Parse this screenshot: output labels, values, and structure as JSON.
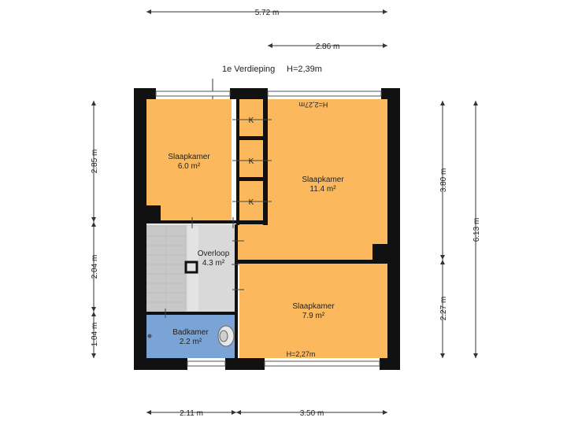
{
  "header": {
    "floor": "1e Verdieping",
    "height": "H=2,39m"
  },
  "dimensions": {
    "top_total": "5.72 m",
    "top_right": "2.86 m",
    "left_upper": "2.85 m",
    "left_middle": "2.04 m",
    "left_lower": "1.04 m",
    "right_inner_upper": "3.80 m",
    "right_inner_lower": "2.27 m",
    "right_total": "6.13 m",
    "bottom_left": "2.11 m",
    "bottom_right": "3.50 m"
  },
  "rooms": {
    "slaapkamer_small": {
      "name": "Slaapkamer",
      "area": "6.0 m²"
    },
    "slaapkamer_large": {
      "name": "Slaapkamer",
      "area": "11.4 m²"
    },
    "slaapkamer_lower": {
      "name": "Slaapkamer",
      "area": "7.9 m²"
    },
    "overloop": {
      "name": "Overloop",
      "area": "4.3 m²"
    },
    "badkamer": {
      "name": "Badkamer",
      "area": "2.2 m²"
    }
  },
  "closets": [
    "K",
    "K",
    "K"
  ],
  "height_labels": {
    "upper_flipped": "H=2,27m",
    "lower": "H=2,27m"
  },
  "colors": {
    "bedroom": "#fbb85c",
    "landing": "#d9d9d9",
    "bathroom": "#7aa3d6",
    "wall": "#111111"
  }
}
